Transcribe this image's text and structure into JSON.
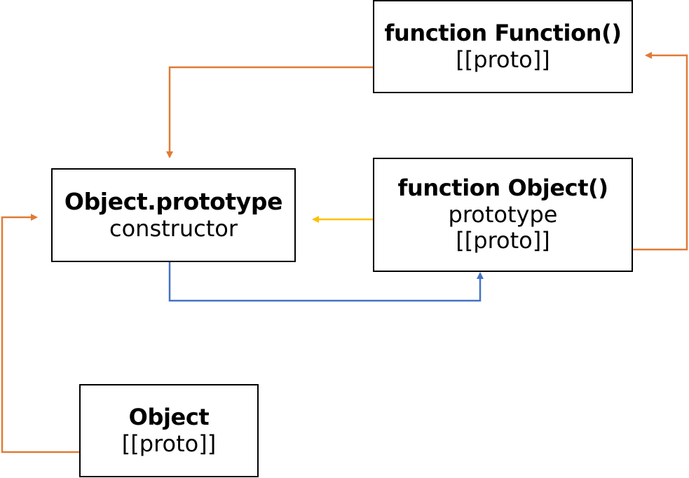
{
  "colors": {
    "proto_link": "#e07b35",
    "prototype_link": "#ffc000",
    "constructor_link": "#4472c4",
    "box_border": "#000000"
  },
  "nodes": {
    "function_function": {
      "title": "function Function()",
      "fields": [
        "[[proto]]"
      ]
    },
    "object_prototype": {
      "title": "Object.prototype",
      "fields": [
        "constructor"
      ]
    },
    "function_object": {
      "title": "function Object()",
      "fields": [
        "prototype",
        "[[proto]]"
      ]
    },
    "object": {
      "title": "Object",
      "fields": [
        "[[proto]]"
      ]
    }
  }
}
